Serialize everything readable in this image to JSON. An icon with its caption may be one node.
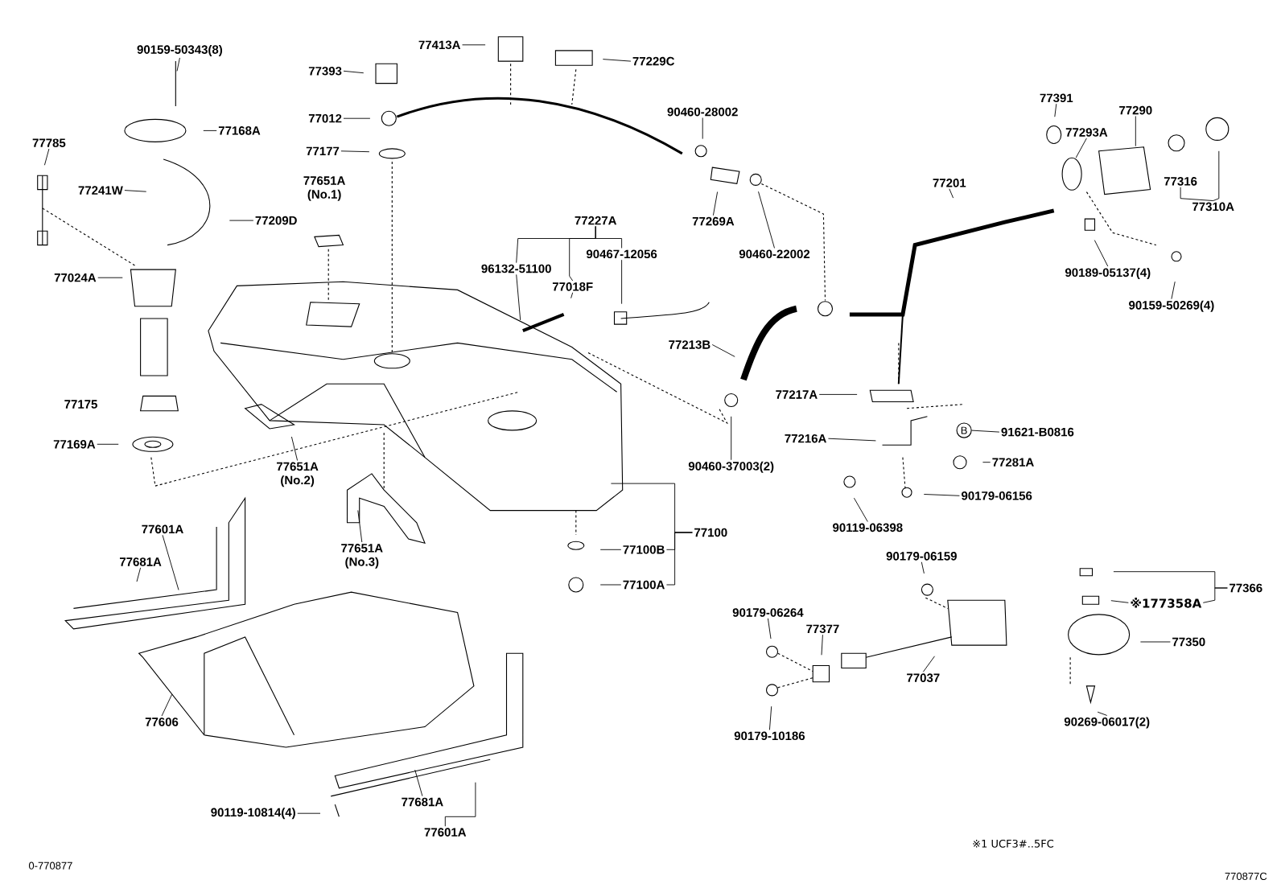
{
  "diagram": {
    "nodes": [
      {
        "text": [
          "90159-50343(8)"
        ]
      },
      {
        "text": [
          "77393"
        ]
      },
      {
        "text": [
          "77413A"
        ]
      },
      {
        "text": [
          "77229C"
        ]
      },
      {
        "text": [
          "77012"
        ]
      },
      {
        "text": [
          "77168A"
        ]
      },
      {
        "text": [
          "77785"
        ]
      },
      {
        "text": [
          "77177"
        ]
      },
      {
        "text": [
          "90460-28002"
        ]
      },
      {
        "text": [
          "77391"
        ]
      },
      {
        "text": [
          "77290"
        ]
      },
      {
        "text": [
          "77293A"
        ]
      },
      {
        "text": [
          "77241W"
        ]
      },
      {
        "text": [
          "77651A",
          "(No.1)"
        ]
      },
      {
        "text": [
          "77201"
        ]
      },
      {
        "text": [
          "77316"
        ]
      },
      {
        "text": [
          "77310A"
        ]
      },
      {
        "text": [
          "77209D"
        ]
      },
      {
        "text": [
          "77269A"
        ]
      },
      {
        "text": [
          "77227A"
        ]
      },
      {
        "text": [
          "90467-12056"
        ]
      },
      {
        "text": [
          "96132-51100"
        ]
      },
      {
        "text": [
          "90460-22002"
        ]
      },
      {
        "text": [
          "90189-05137(4)"
        ]
      },
      {
        "text": [
          "77024A"
        ]
      },
      {
        "text": [
          "77018F"
        ]
      },
      {
        "text": [
          "90159-50269(4)"
        ]
      },
      {
        "text": [
          "77213B"
        ]
      },
      {
        "text": [
          "77217A"
        ]
      },
      {
        "text": [
          "77175"
        ]
      },
      {
        "text": [
          "B"
        ]
      },
      {
        "text": [
          "91621-B0816"
        ]
      },
      {
        "text": [
          "77216A"
        ]
      },
      {
        "text": [
          "77169A"
        ]
      },
      {
        "text": [
          "90460-37003(2)"
        ]
      },
      {
        "text": [
          "77651A",
          "(No.2)"
        ]
      },
      {
        "text": [
          "77281A"
        ]
      },
      {
        "text": [
          "90179-06156"
        ]
      },
      {
        "text": [
          "90119-06398"
        ]
      },
      {
        "text": [
          "77100"
        ]
      },
      {
        "text": [
          "77601A"
        ]
      },
      {
        "text": [
          "77681A"
        ]
      },
      {
        "text": [
          "77651A",
          "(No.3)"
        ]
      },
      {
        "text": [
          "77100B"
        ]
      },
      {
        "text": [
          "90179-06159"
        ]
      },
      {
        "text": [
          "77100A"
        ]
      },
      {
        "text": [
          "77366"
        ]
      },
      {
        "text": [
          "※177358A"
        ]
      },
      {
        "text": [
          "90179-06264"
        ]
      },
      {
        "text": [
          "77377"
        ]
      },
      {
        "text": [
          "77350"
        ]
      },
      {
        "text": [
          "77037"
        ]
      },
      {
        "text": [
          "77606"
        ]
      },
      {
        "text": [
          "90269-06017(2)"
        ]
      },
      {
        "text": [
          "90179-10186"
        ]
      },
      {
        "text": [
          "90119-10814(4)"
        ]
      },
      {
        "text": [
          "77681A"
        ]
      },
      {
        "text": [
          "77601A"
        ]
      }
    ],
    "edges": [
      {
        "from": 0,
        "to": null,
        "arrow": "none"
      },
      {
        "from": 1,
        "to": null,
        "arrow": "none"
      },
      {
        "from": 2,
        "to": null,
        "arrow": "none"
      },
      {
        "from": 3,
        "to": null,
        "arrow": "none"
      },
      {
        "from": 4,
        "to": null,
        "arrow": "none"
      },
      {
        "from": 5,
        "to": null,
        "arrow": "none"
      },
      {
        "from": 6,
        "to": null,
        "arrow": "none"
      },
      {
        "from": 7,
        "to": null,
        "arrow": "none"
      },
      {
        "from": 8,
        "to": null,
        "arrow": "none"
      },
      {
        "from": 9,
        "to": null,
        "arrow": "none"
      },
      {
        "from": 10,
        "to": null,
        "arrow": "none"
      },
      {
        "from": 11,
        "to": null,
        "arrow": "none"
      },
      {
        "from": 12,
        "to": null,
        "arrow": "none"
      },
      {
        "from": 14,
        "to": null,
        "arrow": "none"
      },
      {
        "from": 16,
        "to": null,
        "arrow": "none"
      },
      {
        "from": 16,
        "to": 15,
        "arrow": "none"
      },
      {
        "from": 17,
        "to": null,
        "arrow": "none"
      },
      {
        "from": 18,
        "to": null,
        "arrow": "none"
      },
      {
        "from": 19,
        "to": 21,
        "arrow": "none"
      },
      {
        "from": 19,
        "to": 25,
        "arrow": "none"
      },
      {
        "from": 19,
        "to": 20,
        "arrow": "none"
      },
      {
        "from": 20,
        "to": null,
        "arrow": "none"
      },
      {
        "from": 21,
        "to": null,
        "arrow": "none"
      },
      {
        "from": 25,
        "to": null,
        "arrow": "none"
      },
      {
        "from": 22,
        "to": null,
        "arrow": "none"
      },
      {
        "from": 23,
        "to": null,
        "arrow": "none"
      },
      {
        "from": 24,
        "to": null,
        "arrow": "none"
      },
      {
        "from": 26,
        "to": null,
        "arrow": "none"
      },
      {
        "from": 27,
        "to": null,
        "arrow": "none"
      },
      {
        "from": 28,
        "to": null,
        "arrow": "none"
      },
      {
        "from": 31,
        "to": 30,
        "arrow": "none"
      },
      {
        "from": 32,
        "to": null,
        "arrow": "none"
      },
      {
        "from": 33,
        "to": null,
        "arrow": "none"
      },
      {
        "from": 34,
        "to": null,
        "arrow": "none"
      },
      {
        "from": 35,
        "to": null,
        "arrow": "none"
      },
      {
        "from": 36,
        "to": null,
        "arrow": "none"
      },
      {
        "from": 37,
        "to": null,
        "arrow": "none"
      },
      {
        "from": 38,
        "to": null,
        "arrow": "none"
      },
      {
        "from": 39,
        "to": null,
        "arrow": "none"
      },
      {
        "from": 39,
        "to": 43,
        "arrow": "none"
      },
      {
        "from": 39,
        "to": 45,
        "arrow": "none"
      },
      {
        "from": 40,
        "to": null,
        "arrow": "none"
      },
      {
        "from": 41,
        "to": null,
        "arrow": "none"
      },
      {
        "from": 42,
        "to": null,
        "arrow": "none"
      },
      {
        "from": 43,
        "to": null,
        "arrow": "none"
      },
      {
        "from": 44,
        "to": null,
        "arrow": "none"
      },
      {
        "from": 45,
        "to": null,
        "arrow": "none"
      },
      {
        "from": 46,
        "to": null,
        "arrow": "none"
      },
      {
        "from": 46,
        "to": 47,
        "arrow": "none"
      },
      {
        "from": 47,
        "to": null,
        "arrow": "none"
      },
      {
        "from": 48,
        "to": null,
        "arrow": "none"
      },
      {
        "from": 49,
        "to": null,
        "arrow": "none"
      },
      {
        "from": 50,
        "to": null,
        "arrow": "none"
      },
      {
        "from": 51,
        "to": null,
        "arrow": "none"
      },
      {
        "from": 52,
        "to": null,
        "arrow": "none"
      },
      {
        "from": 53,
        "to": null,
        "arrow": "none"
      },
      {
        "from": 54,
        "to": null,
        "arrow": "none"
      },
      {
        "from": 55,
        "to": null,
        "arrow": "none"
      },
      {
        "from": 56,
        "to": null,
        "arrow": "none"
      },
      {
        "from": 57,
        "to": null,
        "arrow": "none"
      }
    ],
    "labels": [
      "※1 UCF3#..5FC",
      "0-770877",
      "770877C"
    ]
  }
}
